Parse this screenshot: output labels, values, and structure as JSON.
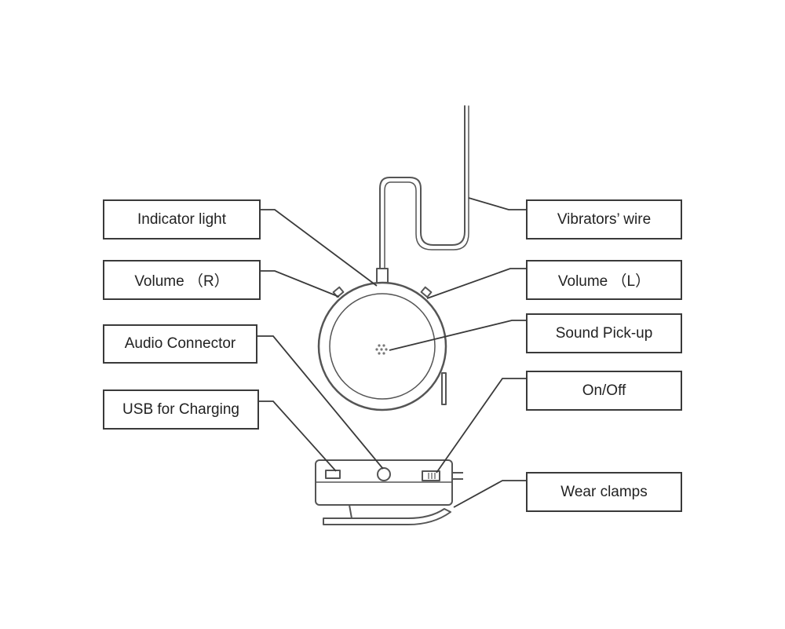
{
  "labels": {
    "indicator_light": "Indicator light",
    "volume_r": "Volume （R）",
    "audio_connector": "Audio Connector",
    "usb_charging": "USB for Charging",
    "vibrators_wire": "Vibrators’ wire",
    "volume_l": "Volume （L）",
    "sound_pickup": "Sound Pick-up",
    "on_off": "On/Off",
    "wear_clamps": "Wear clamps"
  },
  "colors": {
    "line": "#3a3a3a",
    "device_stroke": "#555555",
    "background": "#ffffff"
  }
}
